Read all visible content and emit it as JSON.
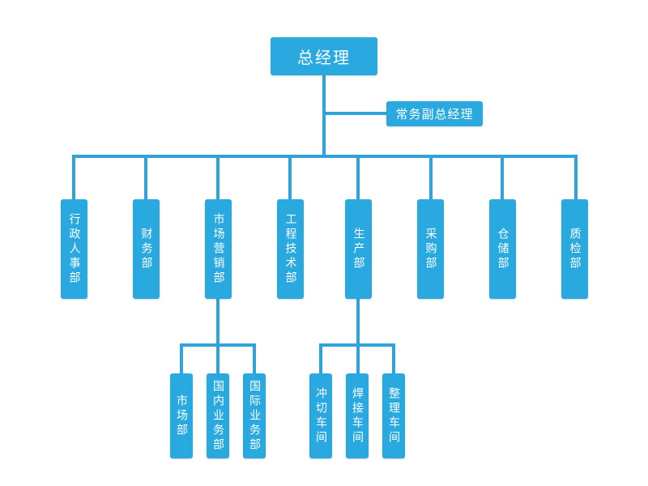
{
  "chart": {
    "root": "总经理",
    "deputy": "常务副总经理",
    "departments": [
      "行政人事部",
      "财务部",
      "市场营销部",
      "工程技术部",
      "生产部",
      "采购部",
      "仓储部",
      "质检部"
    ],
    "marketing_subunits": [
      "市场部",
      "国内业务部",
      "国际业务部"
    ],
    "production_subunits": [
      "冲切车间",
      "焊接车间",
      "整理车间"
    ]
  },
  "colors": {
    "box": "#2aa9e0",
    "line": "#2fa4dc",
    "text": "#ffffff"
  }
}
